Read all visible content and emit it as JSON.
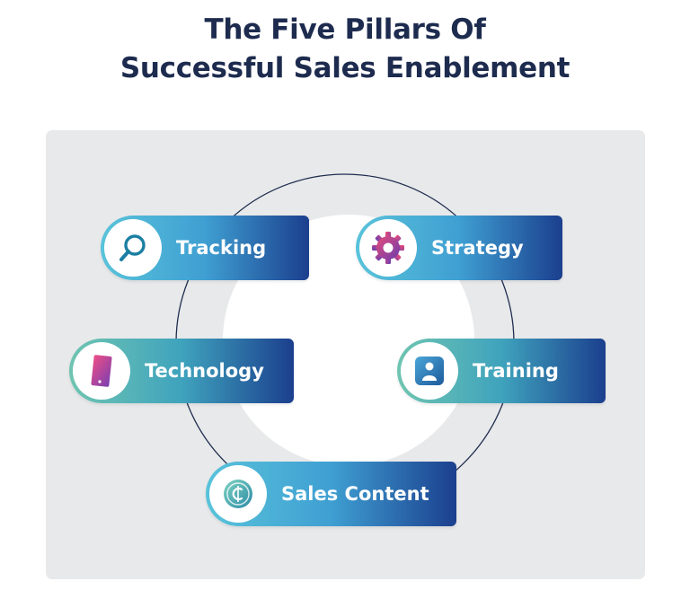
{
  "title": {
    "line1": "The Five Pillars Of",
    "line2": "Successful Sales Enablement"
  },
  "pillars": [
    {
      "label": "Tracking",
      "icon": "magnifier-icon"
    },
    {
      "label": "Strategy",
      "icon": "gear-icon"
    },
    {
      "label": "Technology",
      "icon": "mobile-phone-icon"
    },
    {
      "label": "Training",
      "icon": "person-id-icon"
    },
    {
      "label": "Sales Content",
      "icon": "coin-cent-icon"
    }
  ],
  "colors": {
    "title": "#1d2b4e",
    "panel": "#e8e9ea",
    "orbit": "#1f2d4f",
    "pill_blue_start": "#59c3da",
    "pill_blue_end": "#1b3f8e",
    "pill_teal_start": "#6fc5b1",
    "pill_teal_end": "#1b3f8e"
  }
}
